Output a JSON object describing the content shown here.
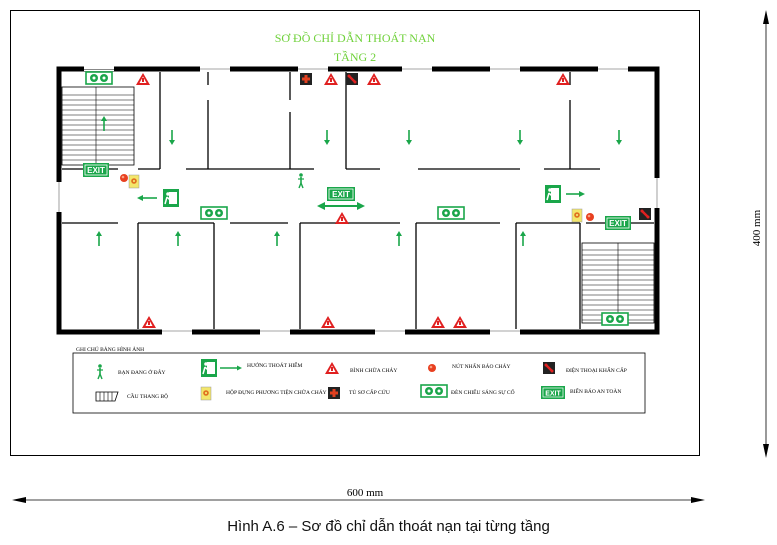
{
  "title_line1": "SƠ ĐỒ CHỈ DẪN THOÁT NẠN",
  "title_line2": "TẦNG 2",
  "exit_sign_text": "EXIT",
  "dim_width": "600 mm",
  "dim_height": "400 mm",
  "caption": "Hình A.6 – Sơ đồ chỉ dẫn thoát nạn tại từng tầng",
  "legend": {
    "heading": "GHI CHÚ BẢNG HÌNH ẢNH",
    "person": "BẠN ĐANG Ở ĐÂY",
    "exit_route": "HƯỚNG THOÁT HIỂM",
    "extinguisher": "BÌNH CHỮA CHÁY",
    "alarm_button": "NÚT NHẤN BÁO CHÁY",
    "emergency_phone": "ĐIỆN THOẠI KHẨN CẤP",
    "stairs": "CẦU THANG BỘ",
    "fire_cabinet": "HỘP ĐỰNG PHƯƠNG TIỆN CHỮA CHÁY",
    "first_aid": "TỦ SƠ CẤP CỨU",
    "emergency_light": "ĐÈN CHIẾU SÁNG SỰ CỐ",
    "safety_sign": "BIỂN BÁO AN TOÀN"
  },
  "colors": {
    "green": "#1aa64a",
    "title_green": "#6fd13a",
    "red": "#e02020",
    "wall": "#000000"
  }
}
